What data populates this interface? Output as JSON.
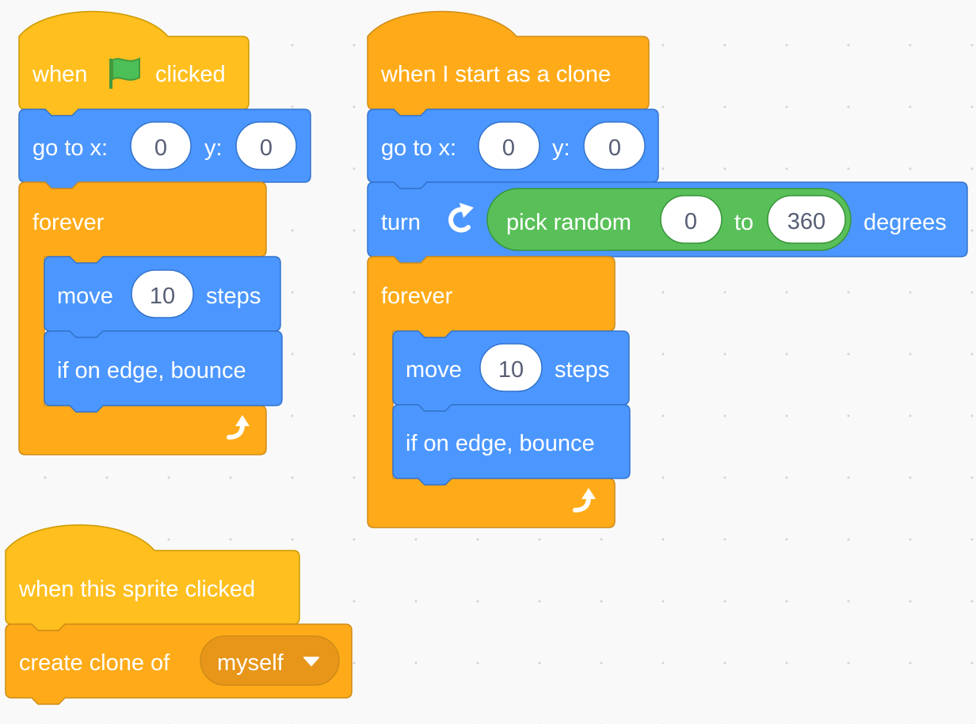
{
  "colors": {
    "events": "#ffbf1f",
    "events_border": "#cc9900",
    "control": "#ffab19",
    "control_border": "#cf8b17",
    "motion": "#4c97ff",
    "motion_border": "#3373cc",
    "operators": "#59c059",
    "operators_border": "#389438",
    "input_text": "#575e75"
  },
  "script1": {
    "hat": {
      "label_when": "when",
      "icon": "green-flag-icon",
      "label_clicked": "clicked"
    },
    "goto": {
      "label_x": "go to x:",
      "x": "0",
      "label_y": "y:",
      "y": "0"
    },
    "forever": {
      "label": "forever",
      "icon": "loop-arrow-icon"
    },
    "move": {
      "label_move": "move",
      "steps": "10",
      "label_steps": "steps"
    },
    "bounce": {
      "label": "if on edge, bounce"
    }
  },
  "script2": {
    "hat": {
      "label": "when I start as a clone"
    },
    "goto": {
      "label_x": "go to x:",
      "x": "0",
      "label_y": "y:",
      "y": "0"
    },
    "turn": {
      "label_turn": "turn",
      "icon": "rotate-clockwise-icon",
      "random": {
        "label": "pick random",
        "from": "0",
        "label_to": "to",
        "to": "360"
      },
      "label_degrees": "degrees"
    },
    "forever": {
      "label": "forever",
      "icon": "loop-arrow-icon"
    },
    "move": {
      "label_move": "move",
      "steps": "10",
      "label_steps": "steps"
    },
    "bounce": {
      "label": "if on edge, bounce"
    }
  },
  "script3": {
    "hat": {
      "label": "when this sprite clicked"
    },
    "clone": {
      "label": "create clone of",
      "target": "myself",
      "icon": "dropdown-arrow-icon"
    }
  }
}
